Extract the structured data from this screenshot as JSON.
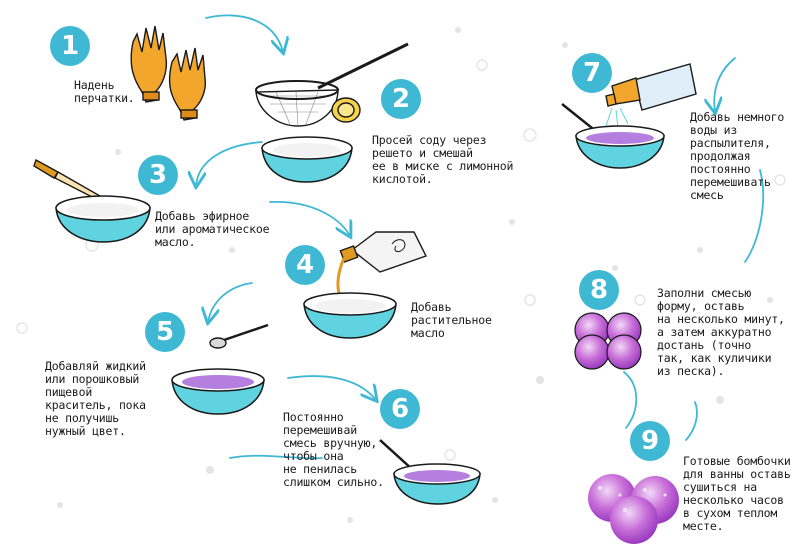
{
  "steps": [
    {
      "number": "1",
      "text": "Надень\nперчатки."
    },
    {
      "number": "2",
      "text": "Просей соду через\nрешето и смешай\nее в миске с лимонной\nкислотой."
    },
    {
      "number": "3",
      "text": "Добавь эфирное\nили ароматическое\nмасло."
    },
    {
      "number": "4",
      "text": "Добавь\nрастительное\nмасло"
    },
    {
      "number": "5",
      "text": "Добавляй жидкий\nили порошковый\nпищевой\nкраситель, пока\nне получишь\nнужный цвет."
    },
    {
      "number": "6",
      "text": "Постоянно\nперемешивай\nсмесь вручную,\nчтобы она\nне пенилась\nслишком сильно."
    },
    {
      "number": "7",
      "text": "Добавь немного\nводы из\nраспылителя,\nпродолжая\nпостоянно\nперемешивать\nсмесь"
    },
    {
      "number": "8",
      "text": "Заполни смесью\nформу, оставь\nна несколько минут,\nа затем аккуратно\nдостань (точно\nтак, как куличики\nиз песка)."
    },
    {
      "number": "9",
      "text": "Готовые бомбочки\nдля ванны оставь\nсушиться на\nнесколько часов\nв сухом теплом\nместе."
    }
  ],
  "colors": {
    "step_circle": "#3fb8d4",
    "bowl": "#5fd3e0",
    "purple_mix": "#b57fe0",
    "gloves": "#f2a62b",
    "lemon": "#f5d24a",
    "oil": "#e09a22",
    "arrow": "#3fb8d4"
  },
  "icons": [
    "gloves-icon",
    "sieve-icon",
    "lemon-icon",
    "dropper-icon",
    "oil-bottle-icon",
    "spoon-icon",
    "spray-bottle-icon",
    "bath-bomb-icon",
    "bowl-icon"
  ]
}
